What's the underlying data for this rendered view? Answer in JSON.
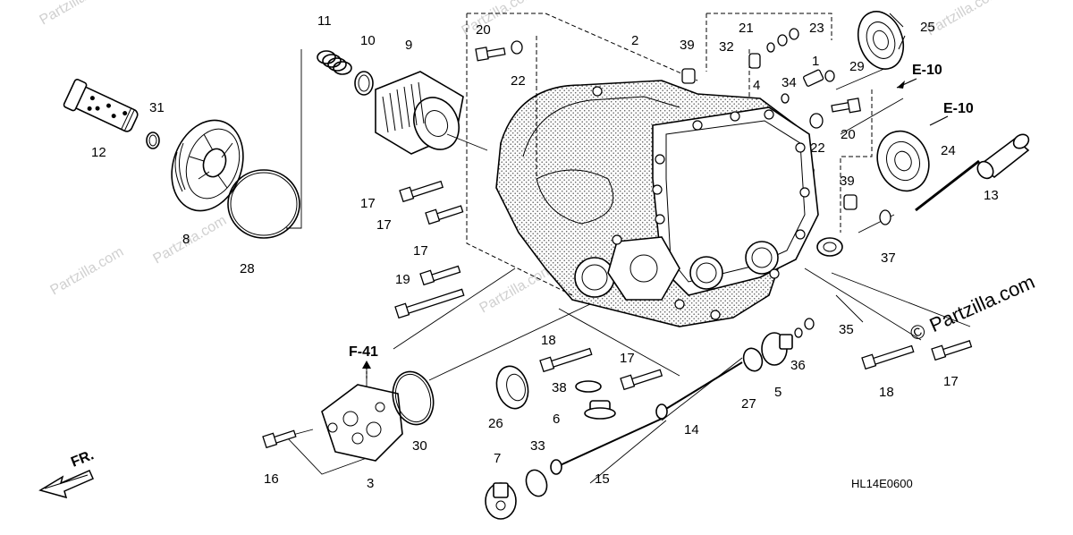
{
  "diagram": {
    "code": "HL14E0600",
    "direction_label": "FR.",
    "watermark": "Partzilla.com",
    "watermark_symbol": "©",
    "references": [
      {
        "id": "e10a",
        "text": "E-10"
      },
      {
        "id": "e10b",
        "text": "E-10"
      },
      {
        "id": "f41",
        "text": "F-41"
      }
    ],
    "callouts": [
      {
        "id": "c11",
        "text": "11"
      },
      {
        "id": "c10",
        "text": "10"
      },
      {
        "id": "c9",
        "text": "9"
      },
      {
        "id": "c31",
        "text": "31"
      },
      {
        "id": "c12",
        "text": "12"
      },
      {
        "id": "c8",
        "text": "8"
      },
      {
        "id": "c28",
        "text": "28"
      },
      {
        "id": "c20a",
        "text": "20"
      },
      {
        "id": "c22a",
        "text": "22"
      },
      {
        "id": "c2",
        "text": "2"
      },
      {
        "id": "c39a",
        "text": "39"
      },
      {
        "id": "c21",
        "text": "21"
      },
      {
        "id": "c23",
        "text": "23"
      },
      {
        "id": "c32",
        "text": "32"
      },
      {
        "id": "c4",
        "text": "4"
      },
      {
        "id": "c25",
        "text": "25"
      },
      {
        "id": "c1",
        "text": "1"
      },
      {
        "id": "c29",
        "text": "29"
      },
      {
        "id": "c34",
        "text": "34"
      },
      {
        "id": "c22b",
        "text": "22"
      },
      {
        "id": "c20b",
        "text": "20"
      },
      {
        "id": "c24",
        "text": "24"
      },
      {
        "id": "c13",
        "text": "13"
      },
      {
        "id": "c39b",
        "text": "39"
      },
      {
        "id": "c37",
        "text": "37"
      },
      {
        "id": "c17a",
        "text": "17"
      },
      {
        "id": "c17b",
        "text": "17"
      },
      {
        "id": "c17c",
        "text": "17"
      },
      {
        "id": "c19",
        "text": "19"
      },
      {
        "id": "c18a",
        "text": "18"
      },
      {
        "id": "c17d",
        "text": "17"
      },
      {
        "id": "c38",
        "text": "38"
      },
      {
        "id": "c6",
        "text": "6"
      },
      {
        "id": "c26",
        "text": "26"
      },
      {
        "id": "c30",
        "text": "30"
      },
      {
        "id": "c16",
        "text": "16"
      },
      {
        "id": "c3",
        "text": "3"
      },
      {
        "id": "c7",
        "text": "7"
      },
      {
        "id": "c33",
        "text": "33"
      },
      {
        "id": "c15",
        "text": "15"
      },
      {
        "id": "c14",
        "text": "14"
      },
      {
        "id": "c27",
        "text": "27"
      },
      {
        "id": "c5",
        "text": "5"
      },
      {
        "id": "c36",
        "text": "36"
      },
      {
        "id": "c35",
        "text": "35"
      },
      {
        "id": "c18b",
        "text": "18"
      },
      {
        "id": "c17e",
        "text": "17"
      }
    ]
  }
}
